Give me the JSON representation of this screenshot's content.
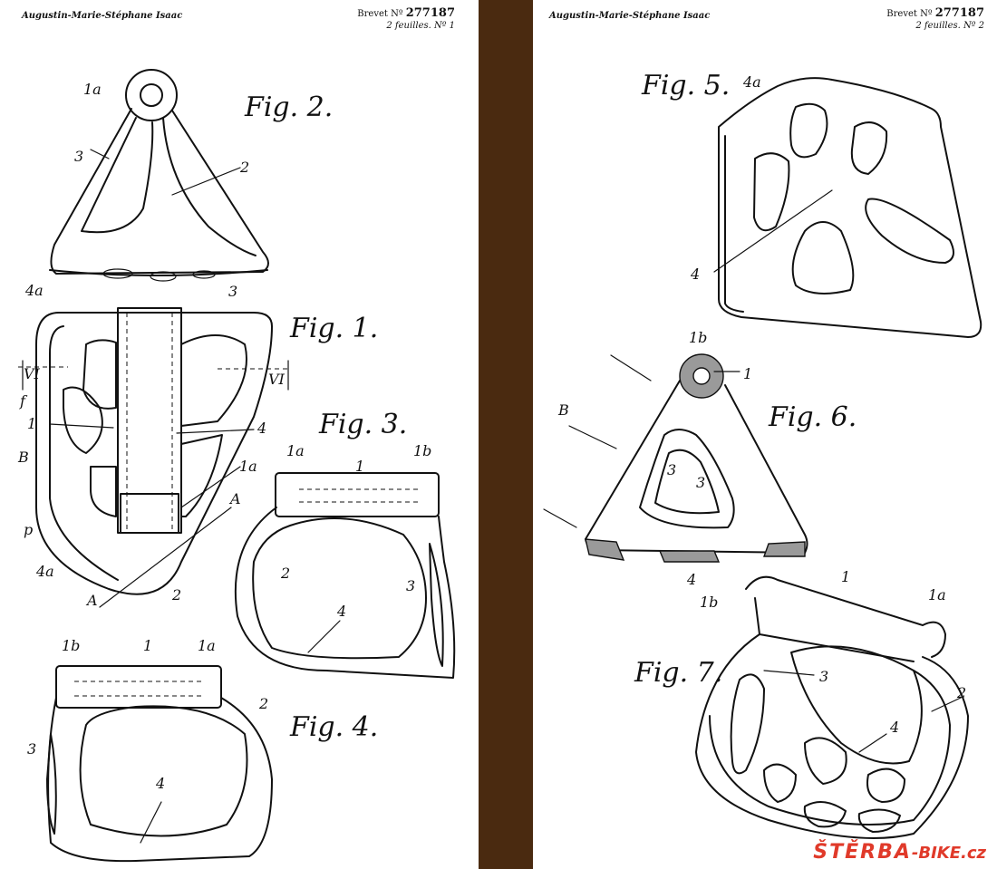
{
  "sheets": [
    {
      "author": "Augustin-Marie-Stéphane Isaac",
      "brevet_label": "Brevet Nº",
      "patent_number": "277187",
      "sheet_info": "2 feuilles. Nº 1",
      "figures": [
        "Fig. 2.",
        "Fig. 1.",
        "Fig. 3.",
        "Fig. 4."
      ],
      "labels": {
        "f2": [
          "1a",
          "3",
          "2",
          "4a"
        ],
        "f1": [
          "3",
          "VI",
          "VI",
          "f",
          "1",
          "4",
          "B",
          "1a",
          "A",
          "p",
          "4a",
          "A",
          "2"
        ],
        "f3": [
          "1a",
          "1",
          "1b",
          "2",
          "3",
          "4"
        ],
        "f4": [
          "1b",
          "1",
          "1a",
          "2",
          "3",
          "4"
        ]
      }
    },
    {
      "author": "Augustin-Marie-Stéphane Isaac",
      "brevet_label": "Brevet Nº",
      "patent_number": "277187",
      "sheet_info": "2 feuilles. Nº 2",
      "figures": [
        "Fig. 5.",
        "Fig. 6.",
        "Fig. 7."
      ],
      "labels": {
        "f5": [
          "4a",
          "4"
        ],
        "f6": [
          "1b",
          "1",
          "B",
          "3",
          "3",
          "4"
        ],
        "f7": [
          "1",
          "1b",
          "1a",
          "3",
          "2",
          "4"
        ]
      }
    }
  ],
  "watermark": {
    "part1": "ŠTĚRBA",
    "part2": "-BIKE.cz",
    "color": "#e03a2a"
  },
  "colors": {
    "paper": "#ffffff",
    "ink": "#111111",
    "divider": "#4a2a10"
  }
}
